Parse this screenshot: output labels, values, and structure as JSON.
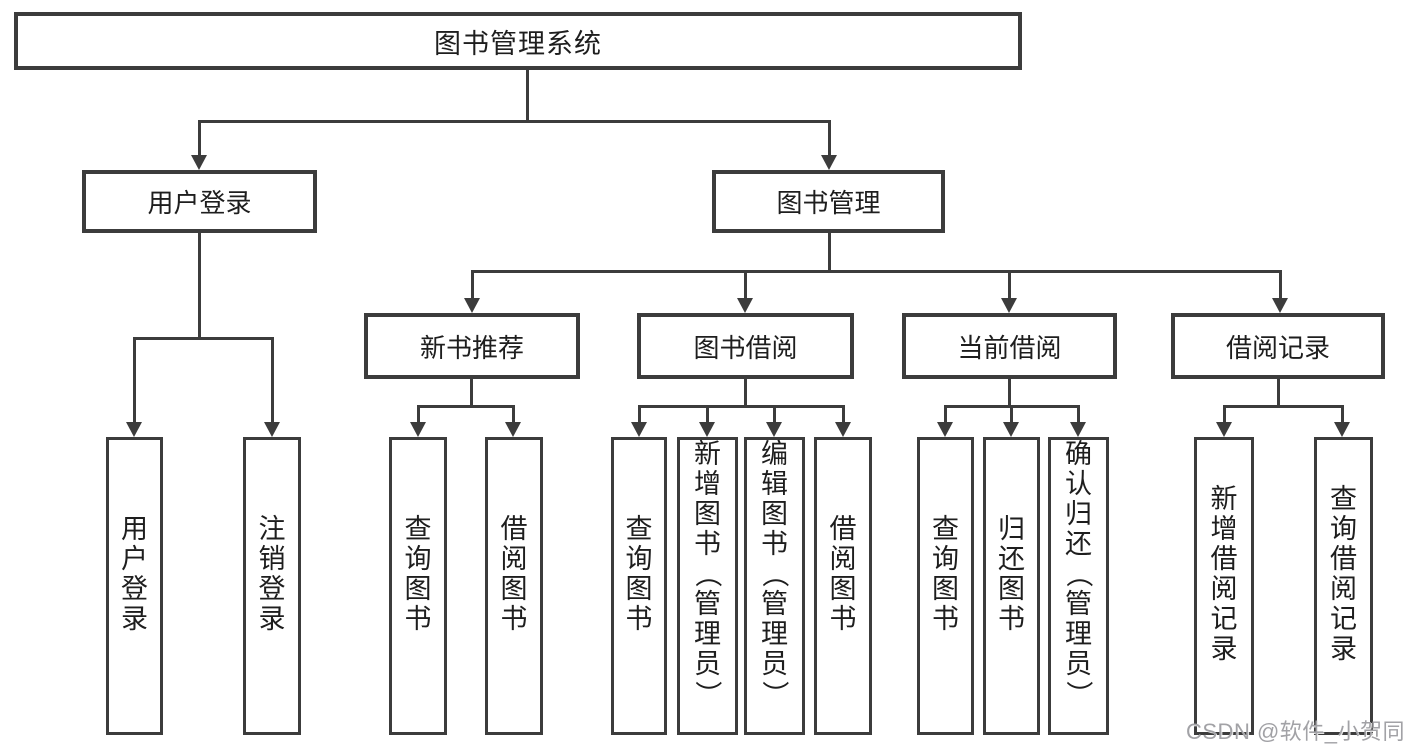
{
  "colors": {
    "line": "#3c3c3c",
    "box_border": "#3c3c3c",
    "text": "#1e1e1e",
    "background": "#ffffff",
    "watermark": "#a2a2a6"
  },
  "diagram": {
    "root": {
      "label": "图书管理系统"
    },
    "level2": {
      "user_login": {
        "label": "用户登录"
      },
      "book_mgmt": {
        "label": "图书管理"
      }
    },
    "user_login_children": {
      "login": {
        "label": "用户登录"
      },
      "logout": {
        "label": "注销登录"
      }
    },
    "level3": {
      "new_books": {
        "label": "新书推荐"
      },
      "borrowing": {
        "label": "图书借阅"
      },
      "current": {
        "label": "当前借阅"
      },
      "records": {
        "label": "借阅记录"
      }
    },
    "new_books_children": {
      "query": {
        "label": "查询图书"
      },
      "borrow": {
        "label": "借阅图书"
      }
    },
    "borrowing_children": {
      "query": {
        "label": "查询图书"
      },
      "add": {
        "label": "新增图书（管理员）"
      },
      "edit": {
        "label": "编辑图书（管理员）"
      },
      "borrow": {
        "label": "借阅图书"
      }
    },
    "current_children": {
      "query": {
        "label": "查询图书"
      },
      "return": {
        "label": "归还图书"
      },
      "confirm": {
        "label": "确认归还（管理员）"
      }
    },
    "records_children": {
      "add": {
        "label": "新增借阅记录"
      },
      "query": {
        "label": "查询借阅记录"
      }
    }
  },
  "watermark": {
    "text": "CSDN @软件_小贺同学"
  }
}
